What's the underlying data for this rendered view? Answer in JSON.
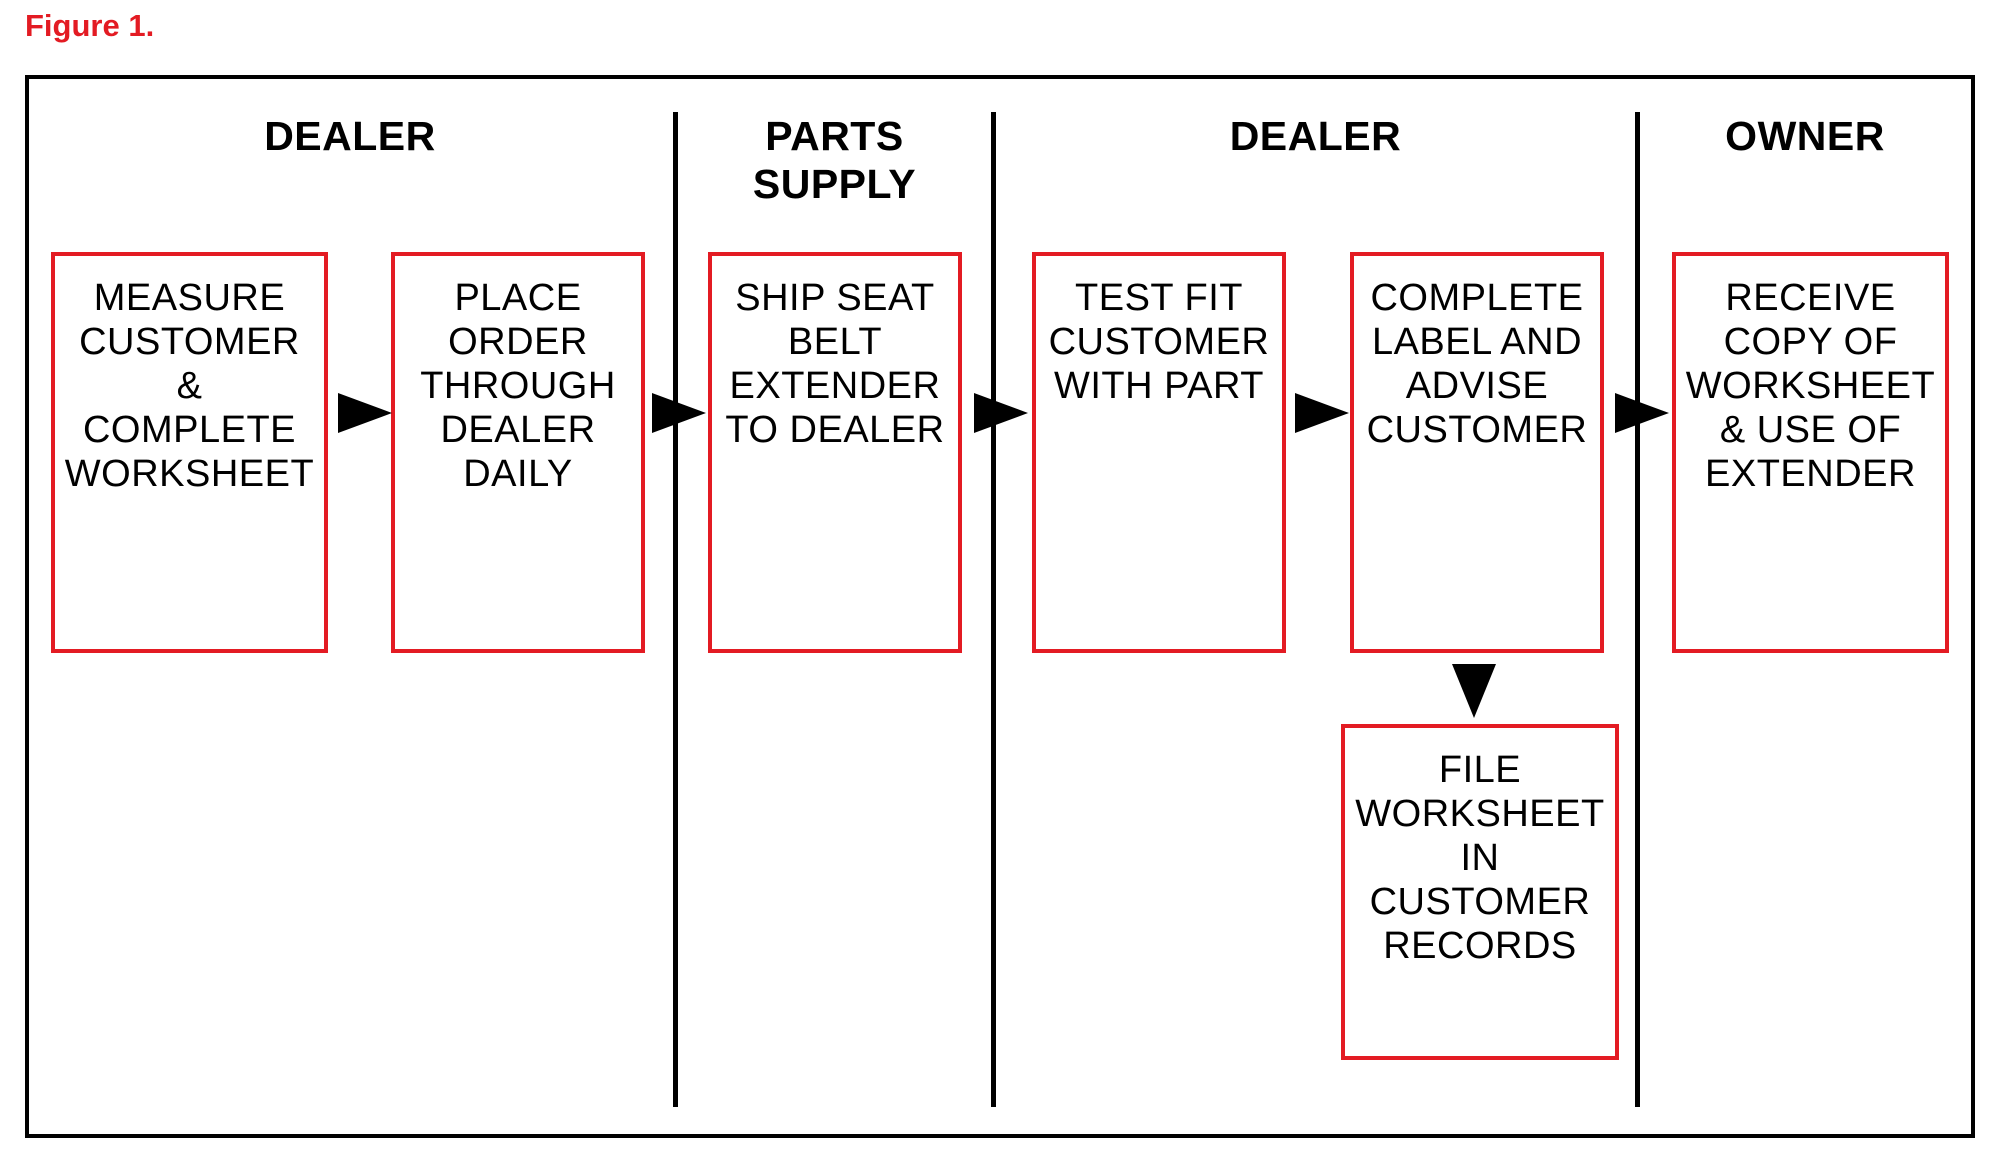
{
  "figure_label": "Figure 1.",
  "lanes": [
    {
      "title": "DEALER"
    },
    {
      "title": "PARTS\nSUPPLY"
    },
    {
      "title": "DEALER"
    },
    {
      "title": "OWNER"
    }
  ],
  "steps": [
    {
      "text": "MEASURE\nCUSTOMER\n&\nCOMPLETE\nWORKSHEET"
    },
    {
      "text": "PLACE\nORDER\nTHROUGH\nDEALER\nDAILY"
    },
    {
      "text": "SHIP SEAT\nBELT\nEXTENDER\nTO DEALER"
    },
    {
      "text": "TEST FIT\nCUSTOMER\nWITH PART"
    },
    {
      "text": "COMPLETE\nLABEL AND\nADVISE\nCUSTOMER"
    },
    {
      "text": "RECEIVE\nCOPY OF\nWORKSHEET\n& USE OF\nEXTENDER"
    },
    {
      "text": "FILE\nWORKSHEET\nIN\nCUSTOMER\nRECORDS"
    }
  ],
  "colors": {
    "box_border": "#e31b23",
    "label": "#e31b23",
    "lines": "#000000"
  }
}
